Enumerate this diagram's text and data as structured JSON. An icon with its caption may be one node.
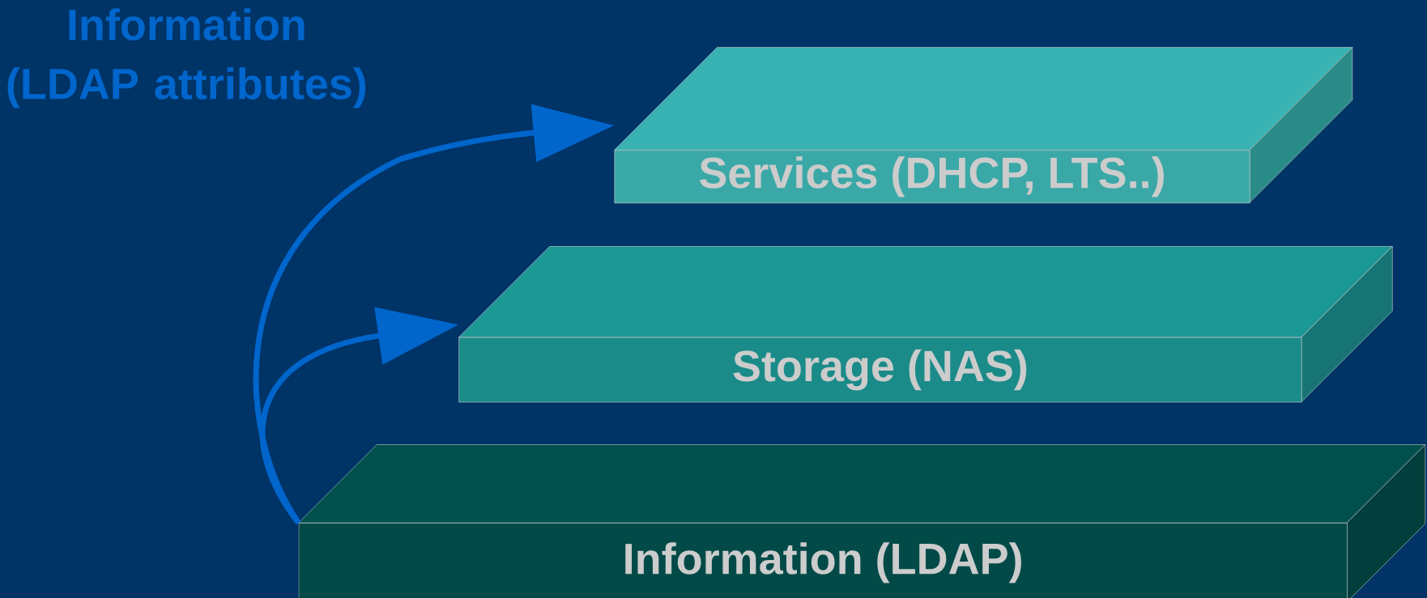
{
  "diagram": {
    "nodes": [
      {
        "text": [
          "Services (DHCP, LTS..)"
        ]
      },
      {
        "text": [
          "Storage (NAS)"
        ]
      },
      {
        "text": [
          "Information (LDAP)"
        ]
      }
    ],
    "edges": [
      {
        "from": 2,
        "to": 0,
        "arrow": "to"
      },
      {
        "from": 2,
        "to": 1,
        "arrow": "to"
      }
    ],
    "labels": [
      "Information (LDAP attributes)"
    ]
  }
}
